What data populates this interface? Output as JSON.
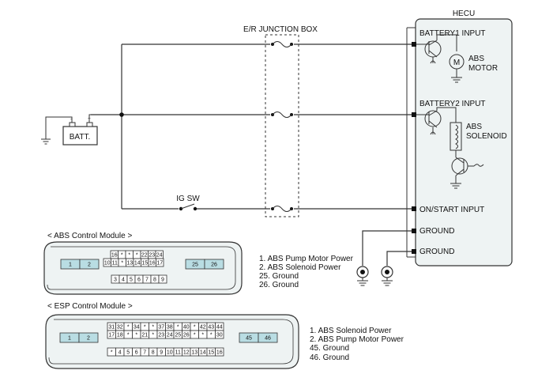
{
  "hecu": {
    "title": "HECU",
    "battery1_input": "BATTERY1 INPUT",
    "abs_motor_line1": "ABS",
    "abs_motor_line2": "MOTOR",
    "motor_symbol": "M",
    "battery2_input": "BATTERY2 INPUT",
    "abs_solenoid_line1": "ABS",
    "abs_solenoid_line2": "SOLENOID",
    "on_start_input": "ON/START INPUT",
    "ground1": "GROUND",
    "ground2": "GROUND"
  },
  "junction_box": {
    "title": "E/R JUNCTION BOX"
  },
  "battery": {
    "label": "BATT.",
    "plus": "+",
    "minus": "-"
  },
  "switch": {
    "label": "IG SW"
  },
  "abs_module": {
    "title": "< ABS Control Module >",
    "top_row": [
      "16",
      "*",
      "*",
      "*",
      "22",
      "23",
      "24"
    ],
    "mid_row": [
      "10",
      "11",
      "*",
      "13",
      "14",
      "15",
      "16",
      "17"
    ],
    "bottom_row": [
      "3",
      "4",
      "5",
      "6",
      "7",
      "8",
      "9"
    ],
    "left_pins": [
      "1",
      "2"
    ],
    "right_pins": [
      "25",
      "26"
    ],
    "legend": [
      "1. ABS Pump Motor Power",
      "2. ABS Solenoid Power",
      "25. Ground",
      "26. Ground"
    ]
  },
  "esp_module": {
    "title": "< ESP Control Module >",
    "top_row": [
      "31",
      "32",
      "*",
      "34",
      "*",
      "*",
      "37",
      "38",
      "*",
      "40",
      "*",
      "42",
      "43",
      "44"
    ],
    "mid_row": [
      "17",
      "18",
      "*",
      "*",
      "21",
      "*",
      "23",
      "24",
      "25",
      "26",
      "*",
      "*",
      "*",
      "30"
    ],
    "bottom_row": [
      "*",
      "4",
      "5",
      "6",
      "7",
      "8",
      "9",
      "10",
      "11",
      "12",
      "13",
      "14",
      "15",
      "16"
    ],
    "left_pins": [
      "1",
      "2"
    ],
    "right_pins": [
      "45",
      "46"
    ],
    "legend": [
      "1. ABS Solenoid Power",
      "2. ABS Pump Motor Power",
      "45. Ground",
      "46. Ground"
    ]
  }
}
